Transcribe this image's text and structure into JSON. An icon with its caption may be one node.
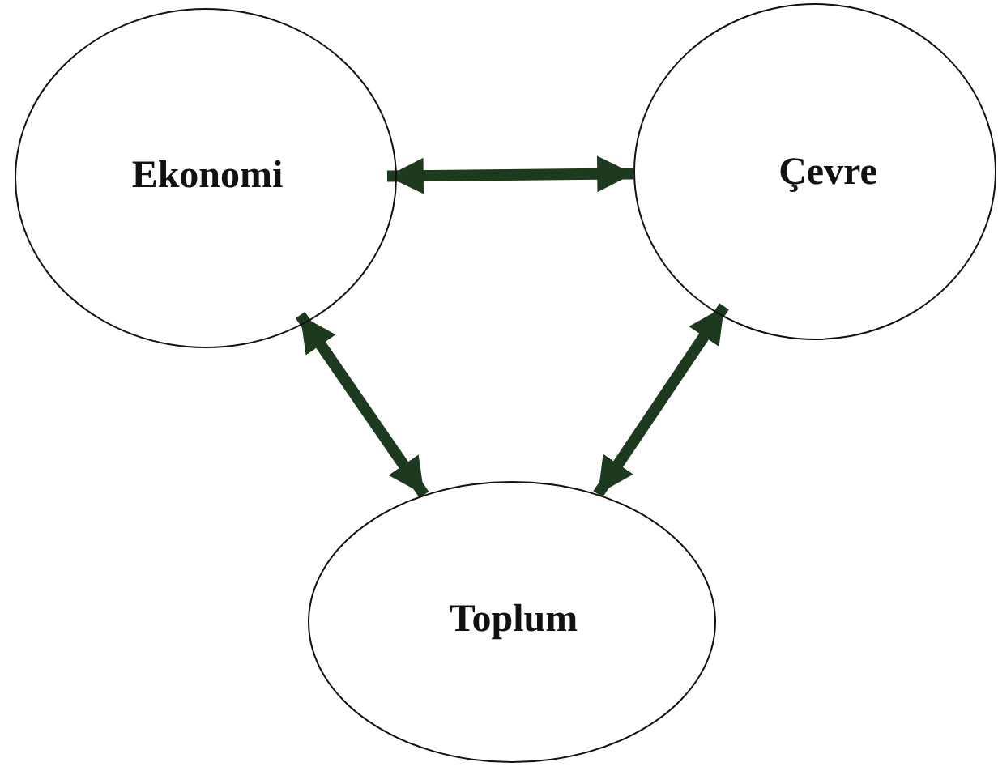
{
  "diagram": {
    "nodes": [
      {
        "text": [
          "Ekonomi"
        ]
      },
      {
        "text": [
          "Çevre"
        ]
      },
      {
        "text": [
          "Toplum"
        ]
      }
    ],
    "edges": [
      {
        "from": 0,
        "to": 1,
        "arrow": "both"
      },
      {
        "from": 0,
        "to": 2,
        "arrow": "both"
      },
      {
        "from": 1,
        "to": 2,
        "arrow": "both"
      }
    ]
  }
}
